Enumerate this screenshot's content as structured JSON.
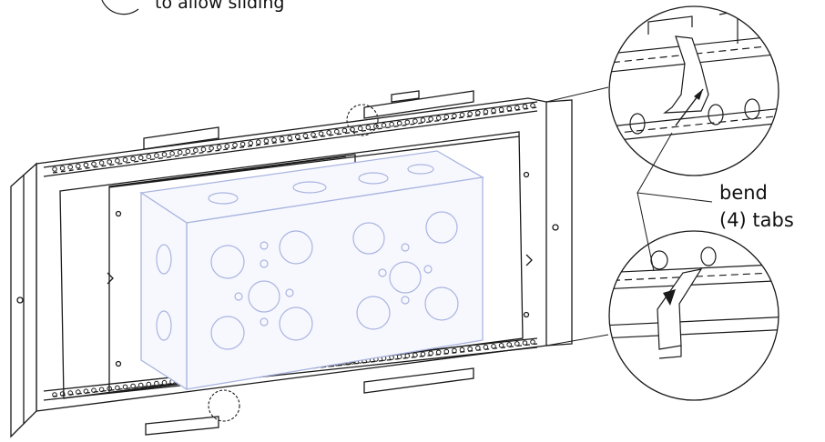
{
  "notes": {
    "top_caption": "to allow sliding",
    "bend_line1": "bend",
    "bend_line2": "(4) tabs"
  },
  "colors": {
    "line": "#1a1a1a",
    "box": "#aab4e0",
    "box_fill": "#f7f8fe",
    "background": "#ffffff"
  },
  "icons": {
    "detail_views": "magnified-circle-detail",
    "pointer": "leader-line",
    "direction": "bend-arrow"
  }
}
